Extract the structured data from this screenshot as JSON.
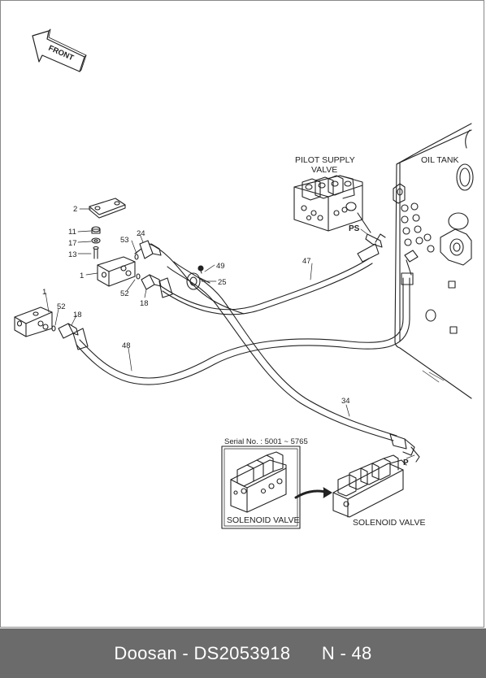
{
  "direction": {
    "label": "FRONT",
    "icon": "front-arrow-icon"
  },
  "components": {
    "pilot_supply_valve": "PILOT SUPPLY\nVALVE",
    "pilot_supply_valve_line1": "PILOT SUPPLY",
    "pilot_supply_valve_line2": "VALVE",
    "oil_tank": "OIL TANK",
    "solenoid_valve": "SOLENOID VALVE",
    "solenoid_valve_inset": "SOLENOID VALVE",
    "serial_note": "Serial No. : 5001 ~ 5765",
    "port_ps": "PS",
    "port_p": "P"
  },
  "part_numbers": {
    "p1a": "1",
    "p1b": "1",
    "p2": "2",
    "p11": "11",
    "p17": "17",
    "p13": "13",
    "p53": "53",
    "p24": "24",
    "p52a": "52",
    "p52b": "52",
    "p18a": "18",
    "p18b": "18",
    "p48": "48",
    "p49": "49",
    "p25": "25",
    "p47": "47",
    "p34": "34"
  },
  "footer": {
    "brand": "Doosan - DS2053918",
    "page": "N - 48"
  },
  "colors": {
    "line": "#222222",
    "footer_bg": "#6b6b6b",
    "footer_text": "#ffffff",
    "port_fill": "#aaaaaa"
  }
}
